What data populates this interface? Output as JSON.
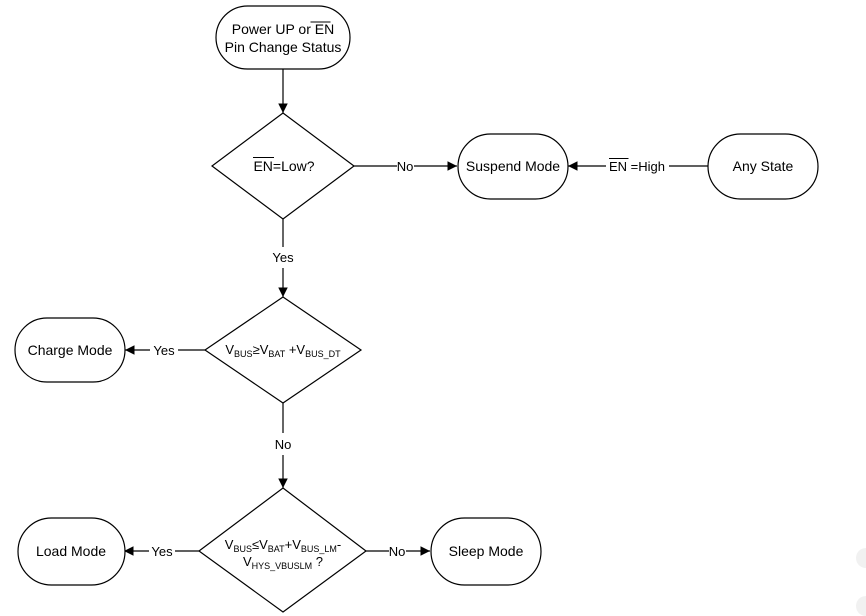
{
  "nodes": {
    "start": {
      "line1_prefix": "Power UP or ",
      "line1_overline": "EN",
      "line2": "Pin Change Status"
    },
    "decision_en_low": {
      "overline": "EN",
      "rest": "=Low?"
    },
    "suspend": {
      "label": "Suspend Mode"
    },
    "any_state": {
      "label": "Any State"
    },
    "decision_charge": {
      "v1": "V",
      "v1_sub": "BUS",
      "op1": "≥V",
      "op1_sub": "BAT",
      "plus": " +V",
      "plus_sub": "BUS_DT"
    },
    "charge": {
      "label": "Charge Mode"
    },
    "decision_load": {
      "line1": {
        "v1": "V",
        "v1_sub": "BUS",
        "op1": "≤V",
        "op1_sub": "BAT",
        "plus": "+V",
        "plus_sub": "BUS_LM",
        "minus": "-"
      },
      "line2": {
        "v": "V",
        "v_sub": "HYS_VBUSLM",
        "q": " ?"
      }
    },
    "load": {
      "label": "Load  Mode"
    },
    "sleep": {
      "label": "Sleep Mode"
    }
  },
  "edges": {
    "no_suspend": "No",
    "en_high": {
      "overline": "EN",
      "rest": " =High"
    },
    "yes_down": "Yes",
    "yes_charge": "Yes",
    "no_down": "No",
    "yes_load": "Yes",
    "no_sleep": "No"
  }
}
